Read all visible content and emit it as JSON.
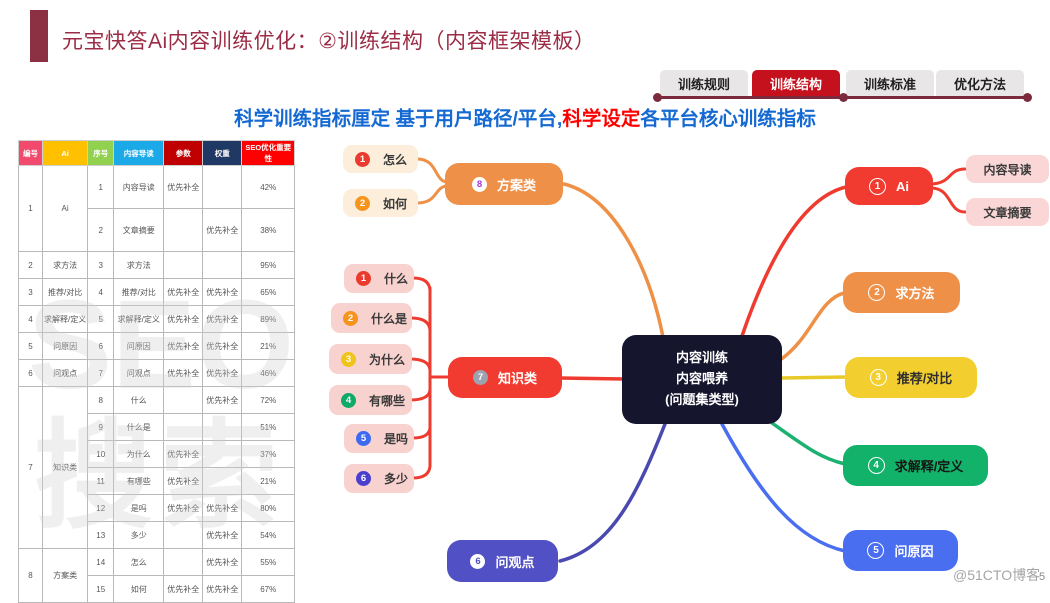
{
  "header": {
    "title": "元宝快答Ai内容训练优化：②训练结构（内容框架模板）",
    "tabs": [
      {
        "label": "训练规则",
        "active": false
      },
      {
        "label": "训练结构",
        "active": true
      },
      {
        "label": "训练标准",
        "active": false
      },
      {
        "label": "优化方法",
        "active": false
      }
    ]
  },
  "subtitle": {
    "part1": "科学训练指标厘定 基于用户路径/平台,",
    "part2": "科学设定",
    "part3": "各平台核心训练指标"
  },
  "table": {
    "headers": [
      "编号",
      "Ai",
      "序号",
      "内容导读",
      "参数",
      "权重",
      "SEO优化重要性"
    ],
    "header_colors": [
      "#F24A6C",
      "#FFC000",
      "#92D050",
      "#1CA9E8",
      "#C00000",
      "#1F3864",
      "#FF0000"
    ],
    "groups": [
      {
        "no": "1",
        "category": "Ai",
        "tall": true,
        "rows": [
          [
            "1",
            "内容导读",
            "优先补全",
            "",
            "42%"
          ],
          [
            "2",
            "文章摘要",
            "",
            "优先补全",
            "38%"
          ]
        ]
      },
      {
        "no": "2",
        "category": "求方法",
        "rows": [
          [
            "3",
            "求方法",
            "",
            "",
            "95%"
          ]
        ]
      },
      {
        "no": "3",
        "category": "推荐/对比",
        "rows": [
          [
            "4",
            "推荐/对比",
            "优先补全",
            "优先补全",
            "65%"
          ]
        ]
      },
      {
        "no": "4",
        "category": "求解释/定义",
        "rows": [
          [
            "5",
            "求解释/定义",
            "优先补全",
            "优先补全",
            "89%"
          ]
        ]
      },
      {
        "no": "5",
        "category": "问原因",
        "rows": [
          [
            "6",
            "问原因",
            "优先补全",
            "优先补全",
            "21%"
          ]
        ]
      },
      {
        "no": "6",
        "category": "问观点",
        "rows": [
          [
            "7",
            "问观点",
            "优先补全",
            "优先补全",
            "46%"
          ]
        ]
      },
      {
        "no": "7",
        "category": "知识类",
        "rows": [
          [
            "8",
            "什么",
            "",
            "优先补全",
            "72%"
          ],
          [
            "9",
            "什么是",
            "",
            "",
            "51%"
          ],
          [
            "10",
            "为什么",
            "优先补全",
            "",
            "37%"
          ],
          [
            "11",
            "有哪些",
            "优先补全",
            "",
            "21%"
          ],
          [
            "12",
            "是吗",
            "优先补全",
            "优先补全",
            "80%"
          ],
          [
            "13",
            "多少",
            "",
            "优先补全",
            "54%"
          ]
        ]
      },
      {
        "no": "8",
        "category": "方案类",
        "rows": [
          [
            "14",
            "怎么",
            "",
            "优先补全",
            "55%"
          ],
          [
            "15",
            "如何",
            "优先补全",
            "优先补全",
            "67%"
          ]
        ]
      }
    ]
  },
  "mindmap": {
    "center": {
      "line1": "内容训练",
      "line2": "内容喂养",
      "line3": "(问题集类型)"
    },
    "branches": {
      "fanganlei": {
        "badge": "8",
        "label": "方案类"
      },
      "zenme": {
        "badge": "1",
        "label": "怎么"
      },
      "ruhe": {
        "badge": "2",
        "label": "如何"
      },
      "zhishilei": {
        "badge": "7",
        "label": "知识类"
      },
      "shenme": {
        "badge": "1",
        "label": "什么"
      },
      "shenmeshi": {
        "badge": "2",
        "label": "什么是"
      },
      "weishenme": {
        "badge": "3",
        "label": "为什么"
      },
      "younaxie": {
        "badge": "4",
        "label": "有哪些"
      },
      "shima": {
        "badge": "5",
        "label": "是吗"
      },
      "duoshao": {
        "badge": "6",
        "label": "多少"
      },
      "wenguandian": {
        "badge": "6",
        "label": "问观点"
      },
      "ai": {
        "badge": "1",
        "label": "Ai"
      },
      "neirongdaodu": {
        "label": "内容导读"
      },
      "wenzhangzhaiyao": {
        "label": "文章摘要"
      },
      "qiufangfa": {
        "badge": "2",
        "label": "求方法"
      },
      "tuijianduibi": {
        "badge": "3",
        "label": "推荐/对比"
      },
      "qiujieshi": {
        "badge": "4",
        "label": "求解释/定义"
      },
      "wenyuanyin": {
        "badge": "5",
        "label": "问原因"
      }
    }
  },
  "colors": {
    "maroon": "#8C3044",
    "title_text": "#9C2C45",
    "active_tab": "#C5101E",
    "subtitle_blue": "#1569D3",
    "subtitle_red": "#FD0000",
    "node_red": "#F23B30",
    "node_orange": "#EF9049",
    "node_yellow": "#F2CF2E",
    "node_green": "#12B26A",
    "node_blue": "#4A6EF0",
    "node_indigo": "#5150C4",
    "center_node": "#16152E",
    "kid_pink": "#F8D2CF",
    "kid_cream": "#FCEEDA"
  },
  "watermark": {
    "seo": "SEO",
    "chinese": "搜索",
    "site": "@51CTO博客",
    "page_number": "5"
  }
}
